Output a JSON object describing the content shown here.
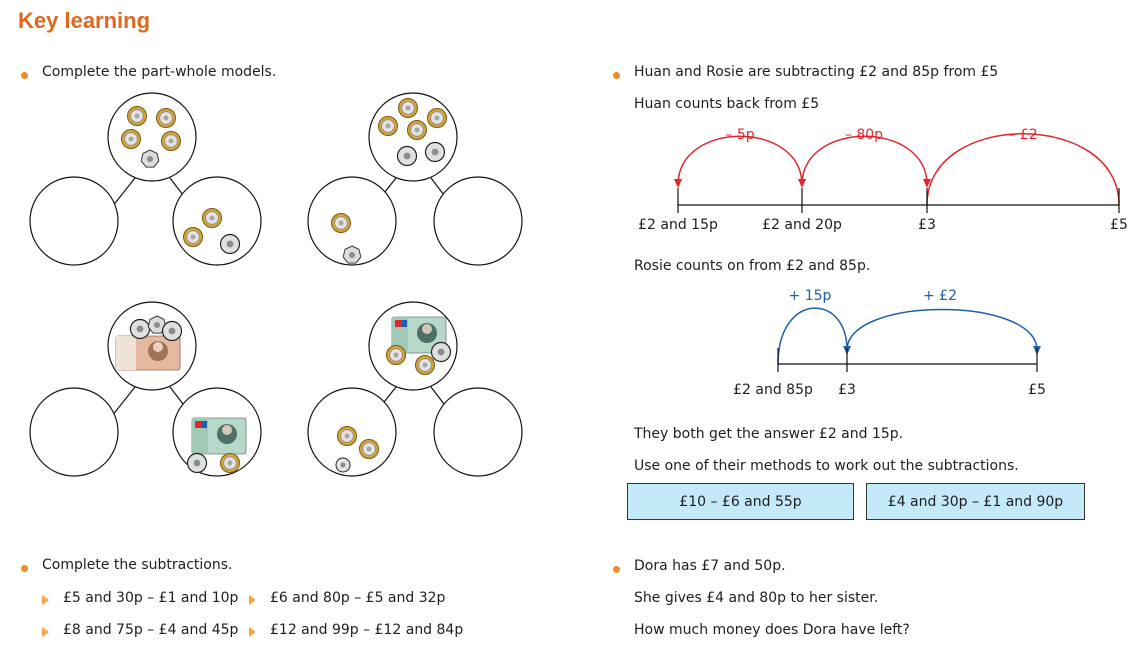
{
  "title": "Key learning",
  "left": {
    "q1": "Complete the part-whole models.",
    "q2": "Complete the subtractions.",
    "subtractions": [
      "£5 and 30p – £1 and 10p",
      "£6 and 80p – £5 and 32p",
      "£8 and 75p – £4 and 45p",
      "£12 and 99p – £12 and 84p"
    ]
  },
  "right": {
    "intro": "Huan and Rosie are subtracting £2 and 85p from £5",
    "huan_line": "Huan counts back from £5",
    "huan_jumps": [
      "– 5p",
      "– 80p",
      "– £2"
    ],
    "huan_labels": [
      "£2 and 15p",
      "£2 and 20p",
      "£3",
      "£5"
    ],
    "rosie_line": "Rosie counts on from £2 and 85p.",
    "rosie_jumps": [
      "+ 15p",
      "+ £2"
    ],
    "rosie_labels": [
      "£2 and 85p",
      "£3",
      "£5"
    ],
    "answer_line": "They both get the answer £2 and 15p.",
    "method_line": "Use one of their methods to work out the subtractions.",
    "boxes": [
      "£10 – £6 and 55p",
      "£4 and 30p – £1 and 90p"
    ],
    "dora": [
      "Dora has £7 and 50p.",
      "She gives £4 and 80p to her sister.",
      "How much money does Dora have left?"
    ]
  },
  "colors": {
    "heading": "#e0681d",
    "bullet": "#f08a24",
    "red": "#e0262b",
    "blue": "#1f5ea8",
    "box": "#c4e9f8"
  }
}
